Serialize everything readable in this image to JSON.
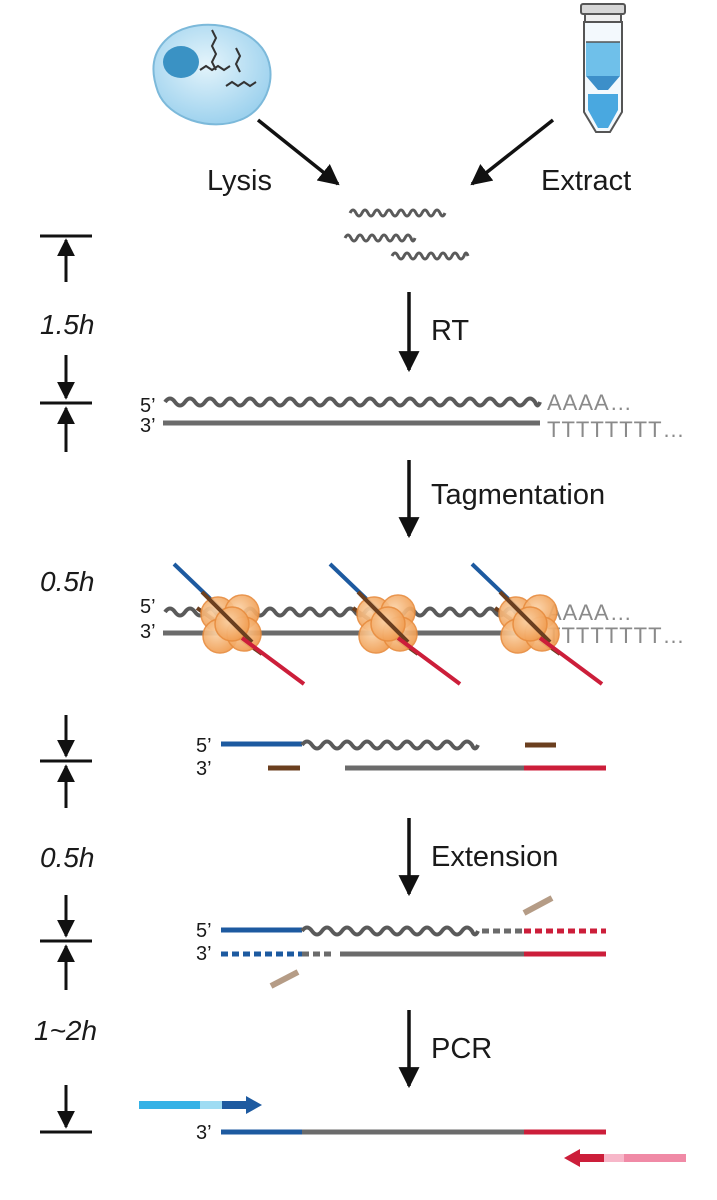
{
  "sources": {
    "left": "Lysis",
    "right": "Extract"
  },
  "steps": {
    "rt": "RT",
    "tagmentation": "Tagmentation",
    "extension": "Extension",
    "pcr": "PCR"
  },
  "times": {
    "t1": "1.5h",
    "t2": "0.5h",
    "t3": "0.5h",
    "t4": "1~2h"
  },
  "strand_ends": {
    "five": "5’",
    "three": "3’"
  },
  "tails": {
    "polyA": "AAAA…",
    "polyT": "TTTTTTTT…"
  },
  "colors": {
    "rna": "#5a5a5a",
    "dna": "#6b6b6b",
    "adapter_blue": "#1d5aa0",
    "adapter_red": "#cc1e3a",
    "tn5_brown": "#6b3f1f",
    "primer_tan": "#b59c86",
    "tn5_orange": "#f4a55f",
    "tube_blue": "#49a8e0",
    "cell_fill": "#bfe3f5",
    "nucleus": "#3a92c4",
    "primer_light_blue": "#35b2e6",
    "primer_pink": "#f08aa6"
  },
  "icons": [
    "cell-icon",
    "tube-icon",
    "tn5-complex-icon",
    "arrow-down-icon"
  ]
}
